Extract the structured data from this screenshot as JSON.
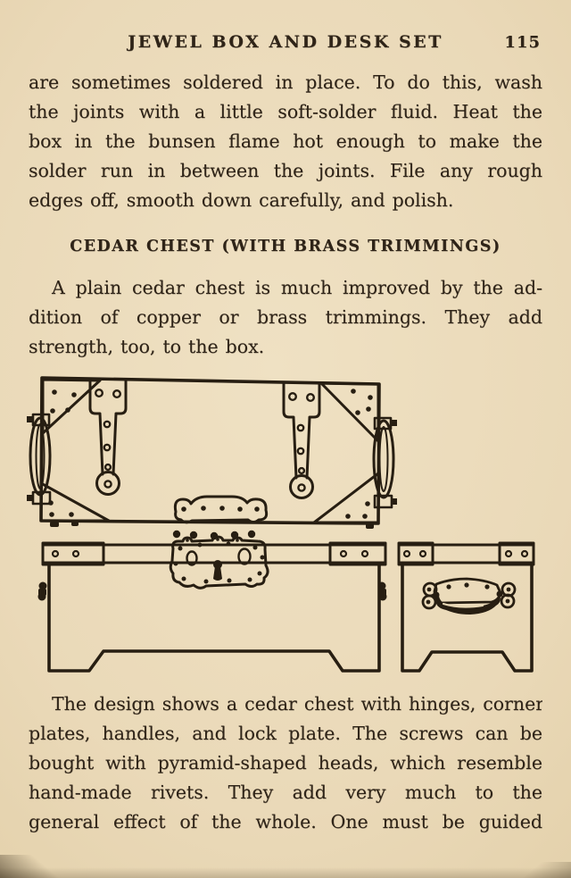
{
  "page": {
    "running_header": "JEWEL BOX AND DESK SET",
    "page_number": "115"
  },
  "body": {
    "paragraph_1_lines": [
      "are sometimes soldered in place.  To do this, wash",
      "the joints with a little soft-solder fluid.  Heat the",
      "box in the bunsen flame hot enough to make the",
      "solder run in between the joints.  File any rough",
      "edges off, smooth down carefully, and polish."
    ],
    "section_heading": "CEDAR CHEST (WITH BRASS TRIMMINGS)",
    "paragraph_2_lines": [
      "A plain cedar chest is much improved by the ad-",
      "dition of copper or brass trimmings.  They add",
      "strength, too, to the box."
    ],
    "paragraph_3_lines": [
      "The design shows a cedar chest with hinges, corner",
      "plates, handles, and lock plate.  The screws can be",
      "bought with pyramid-shaped heads, which resemble",
      "hand-made rivets.  They add very much to the",
      "general effect of the whole.  One must be guided"
    ]
  },
  "figure": {
    "description": "Ink line drawing of a cedar chest with brass trimmings",
    "views": [
      "top view of lid",
      "front view",
      "end view"
    ],
    "hardware": [
      "strap hinges",
      "corner plates",
      "side handles",
      "hasp plate",
      "lock plate with keyhole",
      "drop handle"
    ]
  },
  "colors": {
    "paper": "#ead9b8",
    "ink": "#2f2418"
  }
}
